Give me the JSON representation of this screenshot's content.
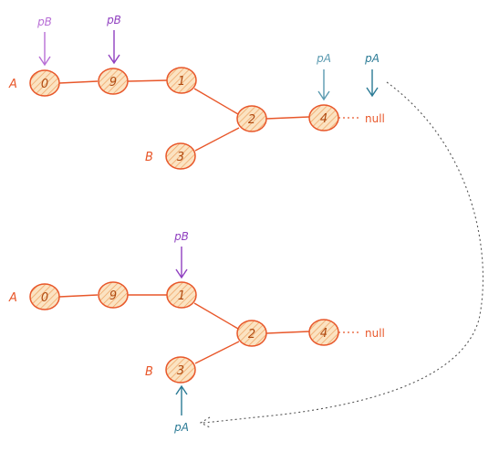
{
  "colors": {
    "edge": "#e8572a",
    "node_stroke": "#e8572a",
    "node_fill": "#fbe3c2",
    "node_hatch": "#f0a86a",
    "pb_light": "#b86fd6",
    "pb": "#9040c0",
    "pa_light": "#5a9ab0",
    "pa": "#2a7a95",
    "dotted": "#555555"
  },
  "diagram_top": {
    "list_a_label": "A",
    "list_b_label": "B",
    "nodes": [
      "0",
      "9",
      "1",
      "2",
      "4",
      "3"
    ],
    "null_label": "null",
    "pointers": [
      "pB",
      "pB",
      "pA",
      "pA"
    ]
  },
  "diagram_bottom": {
    "list_a_label": "A",
    "list_b_label": "B",
    "nodes": [
      "0",
      "9",
      "1",
      "2",
      "4",
      "3"
    ],
    "null_label": "null",
    "pointers": [
      "pB",
      "pA"
    ]
  }
}
